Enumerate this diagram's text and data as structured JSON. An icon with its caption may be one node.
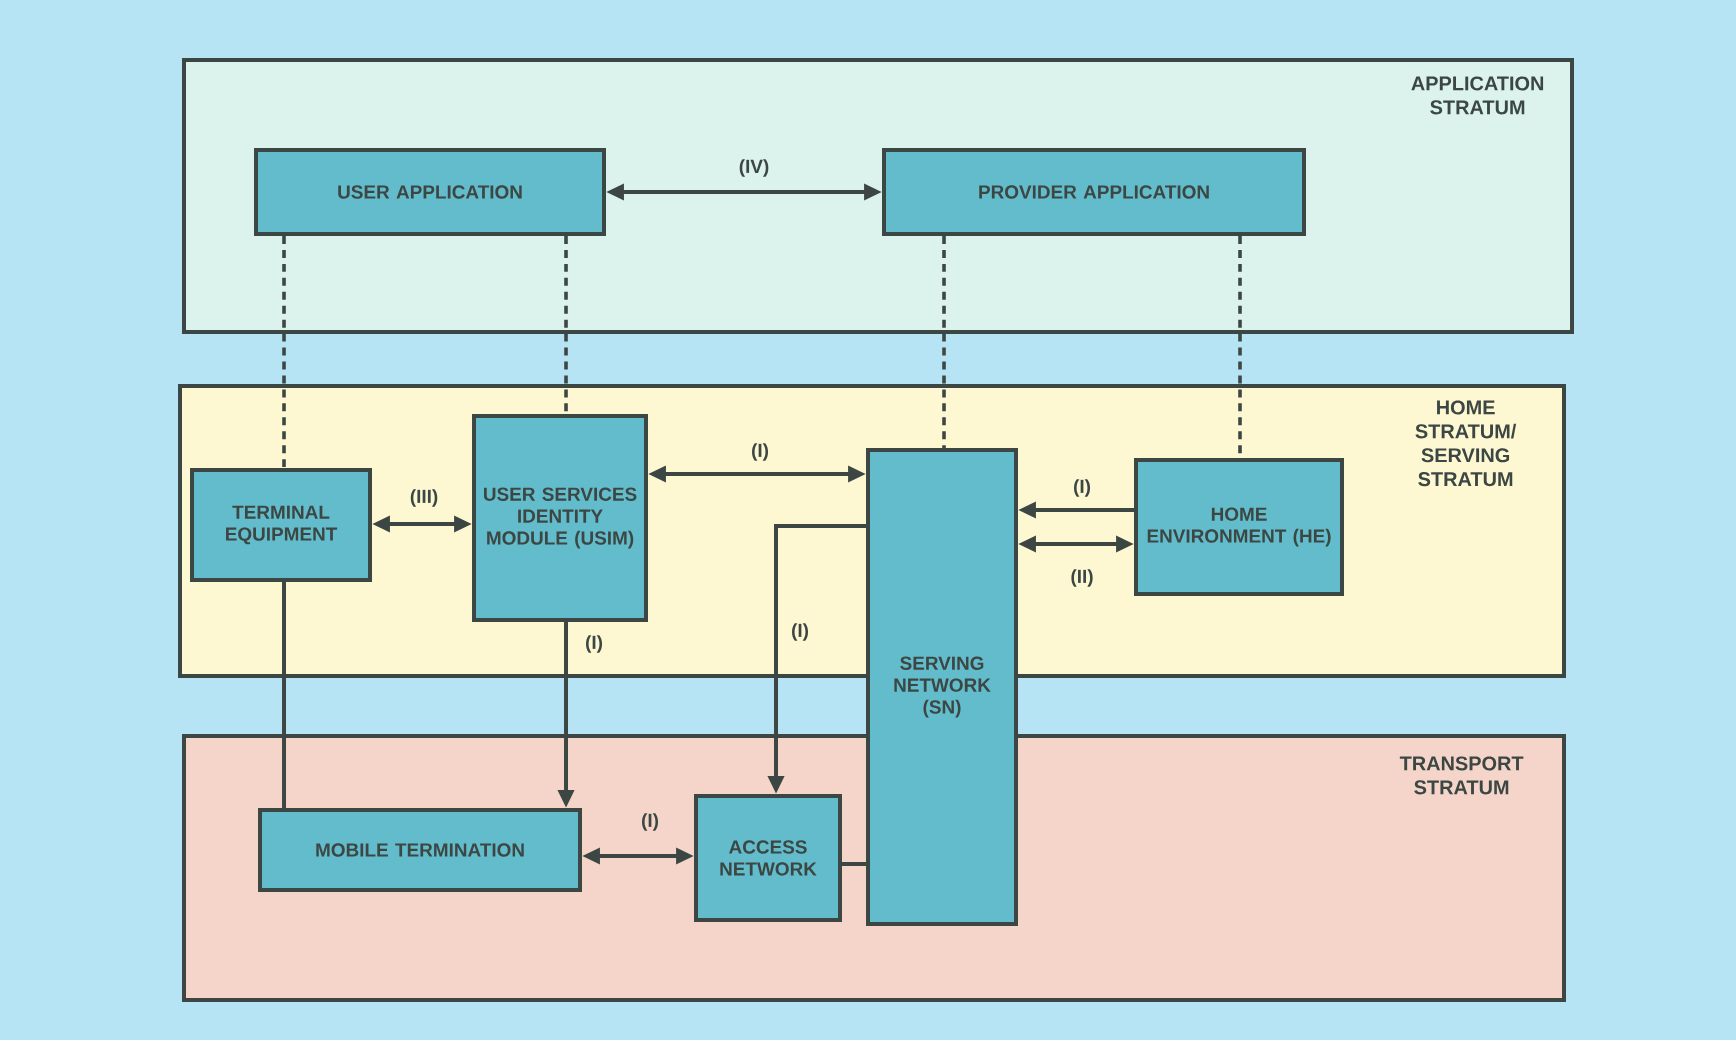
{
  "diagram": {
    "nodes": [
      {
        "text": [
          "APPLICATION STRATUM"
        ]
      },
      {
        "text": [
          "USER APPLICATION"
        ],
        "in": 0
      },
      {
        "text": [
          "PROVIDER APPLICATION"
        ],
        "in": 0
      },
      {
        "text": [
          "HOME STRATUM/ SERVING STRATUM"
        ]
      },
      {
        "text": [
          "TERMINAL EQUIPMENT"
        ],
        "in": 3
      },
      {
        "text": [
          "USER SERVICES IDENTITY MODULE (USIM)"
        ],
        "in": 3
      },
      {
        "text": [
          "SERVING NETWORK (SN)"
        ]
      },
      {
        "text": [
          "HOME ENVIRONMENT (HE)"
        ],
        "in": 3
      },
      {
        "text": [
          "TRANSPORT STRATUM"
        ]
      },
      {
        "text": [
          "MOBILE TERMINATION"
        ],
        "in": 8
      },
      {
        "text": [
          "ACCESS NETWORK"
        ],
        "in": 8
      }
    ],
    "edges": [
      {
        "from": 1,
        "to": 2,
        "arrow": "both",
        "label": "(IV)"
      },
      {
        "from": 1,
        "to": 4,
        "arrow": "none",
        "style": "dashed"
      },
      {
        "from": 1,
        "to": 5,
        "arrow": "none",
        "style": "dashed"
      },
      {
        "from": 2,
        "to": 6,
        "arrow": "none",
        "style": "dashed"
      },
      {
        "from": 2,
        "to": 7,
        "arrow": "none",
        "style": "dashed"
      },
      {
        "from": 4,
        "to": 5,
        "arrow": "both",
        "label": "(III)"
      },
      {
        "from": 5,
        "to": 6,
        "arrow": "both",
        "label": "(I)"
      },
      {
        "from": 7,
        "to": 6,
        "arrow": "to",
        "label": "(I)"
      },
      {
        "from": 6,
        "to": 7,
        "arrow": "both",
        "label": "(II)"
      },
      {
        "from": 6,
        "to": 10,
        "arrow": "to",
        "label": "(I)"
      },
      {
        "from": 5,
        "to": 9,
        "arrow": "to",
        "label": "(I)"
      },
      {
        "from": 4,
        "to": 9,
        "arrow": "none"
      },
      {
        "from": 9,
        "to": 10,
        "arrow": "both",
        "label": "(I)"
      },
      {
        "from": 10,
        "to": 6,
        "arrow": "none"
      }
    ]
  }
}
